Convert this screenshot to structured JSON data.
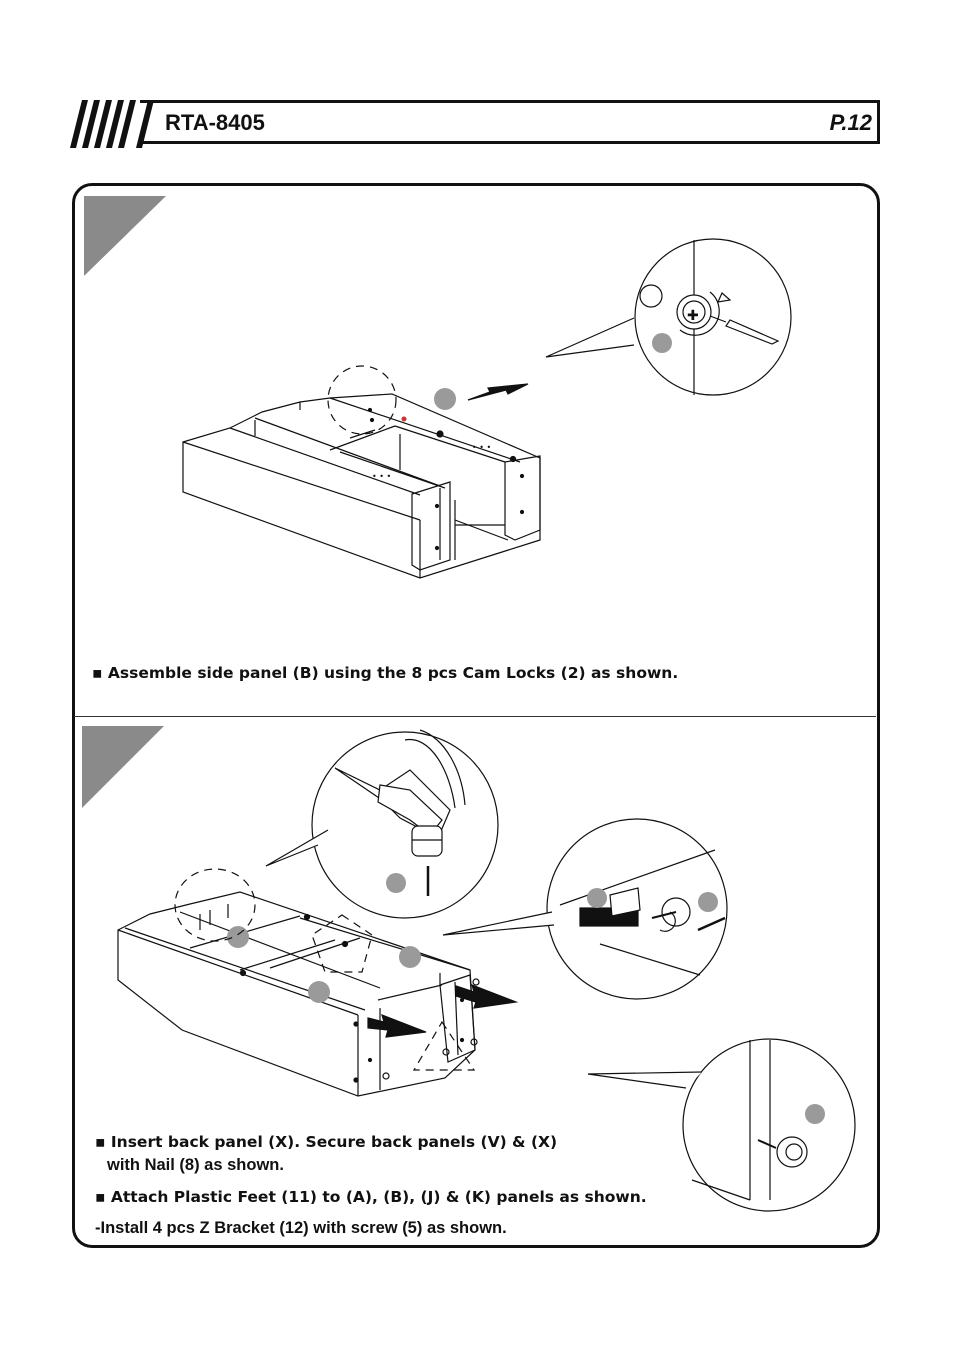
{
  "header": {
    "model": "RTA-8405",
    "page": "P.12"
  },
  "step1": {
    "instruction": "▪ Assemble  side panel (B)  using the 8 pcs Cam Locks (2) as shown."
  },
  "step2": {
    "instruction_1a": "▪ Insert back panel (X). Secure back panels (V) & (X)",
    "instruction_1b": "with Nail (8) as shown.",
    "instruction_2": "▪ Attach Plastic Feet (11) to (A), (B), (J) & (K) panels as shown.",
    "instruction_3": "-Install 4 pcs Z Bracket (12) with screw  (5) as shown."
  },
  "colors": {
    "line": "#111111",
    "step_triangle": "#8a8a8a",
    "callout_dot": "#9a9a9a"
  }
}
